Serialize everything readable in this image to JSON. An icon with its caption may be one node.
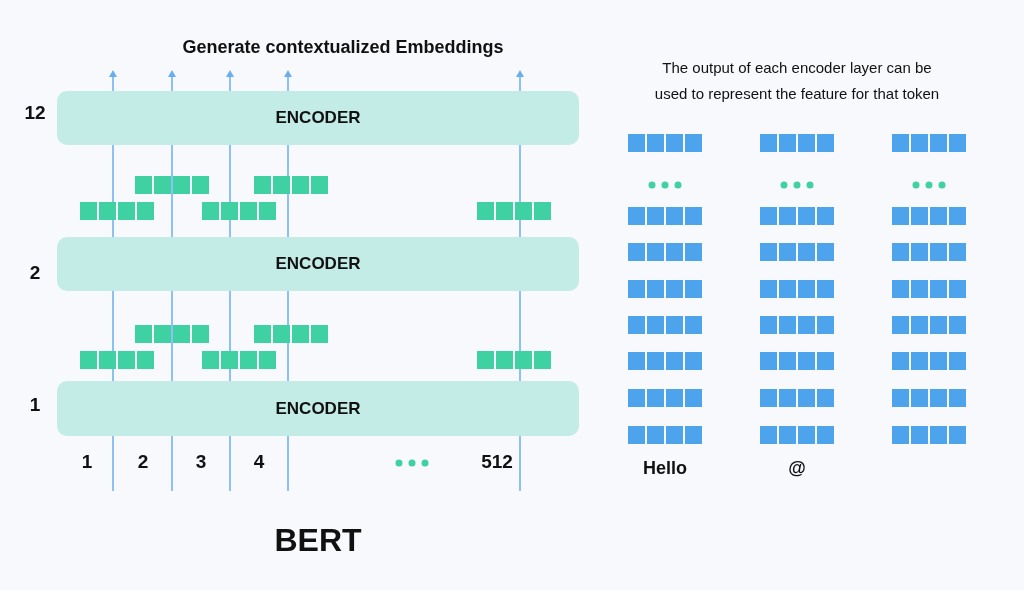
{
  "diagram": {
    "title": "Generate contextualized Embeddings",
    "caption": "BERT",
    "nodes": [
      {
        "text": [
          "ENCODER"
        ],
        "beside": [
          "12"
        ]
      },
      {
        "text": [
          "ENCODER"
        ],
        "beside": [
          "2"
        ]
      },
      {
        "text": [
          "ENCODER"
        ],
        "beside": [
          "1"
        ]
      }
    ],
    "edges": [],
    "labels": [
      "The output of each encoder layer can be used to represent the feature for that token",
      "1",
      "2",
      "3",
      "4",
      "512",
      "Hello",
      "@"
    ]
  }
}
